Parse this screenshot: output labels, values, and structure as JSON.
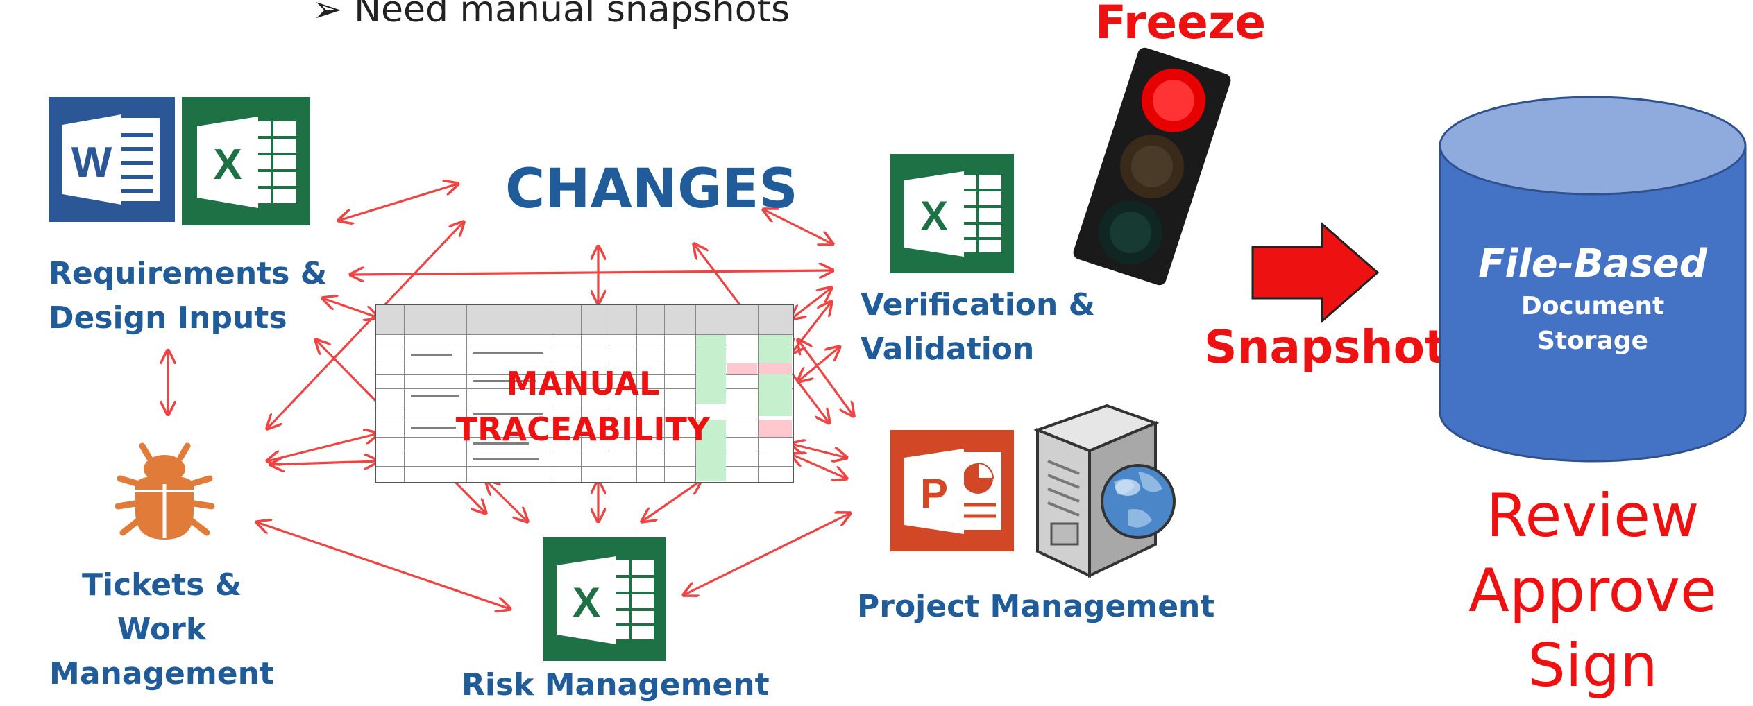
{
  "top_bullet": "➢ Need manual snapshots",
  "freeze_label": "Freeze",
  "changes_label": "CHANGES",
  "manual_line1": "MANUAL",
  "manual_line2": "TRACEABILITY",
  "requirements_line1": "Requirements &",
  "requirements_line2": "Design Inputs",
  "tickets_line1": "Tickets &",
  "tickets_line2": "Work Management",
  "risk_label": "Risk Management",
  "verification_line1": "Verification &",
  "verification_line2": "Validation",
  "project_label": "Project Management",
  "snapshot_label": "Snapshot",
  "storage_line1": "File-Based",
  "storage_line2": "Document",
  "storage_line3": "Storage",
  "review_line1": "Review",
  "review_line2": "Approve",
  "review_line3": "Sign",
  "icons": {
    "word_letter": "W",
    "excel_letter": "X",
    "ppt_letter": "P"
  },
  "colors": {
    "label_blue": "#1F5C99",
    "accent_red": "#EE1111",
    "arrow_red": "#EE4444",
    "word_blue": "#2B5797",
    "excel_green": "#1E7145",
    "ppt_orange": "#D24726",
    "cylinder_blue": "#4472C4",
    "bug_orange": "#E07B39"
  }
}
